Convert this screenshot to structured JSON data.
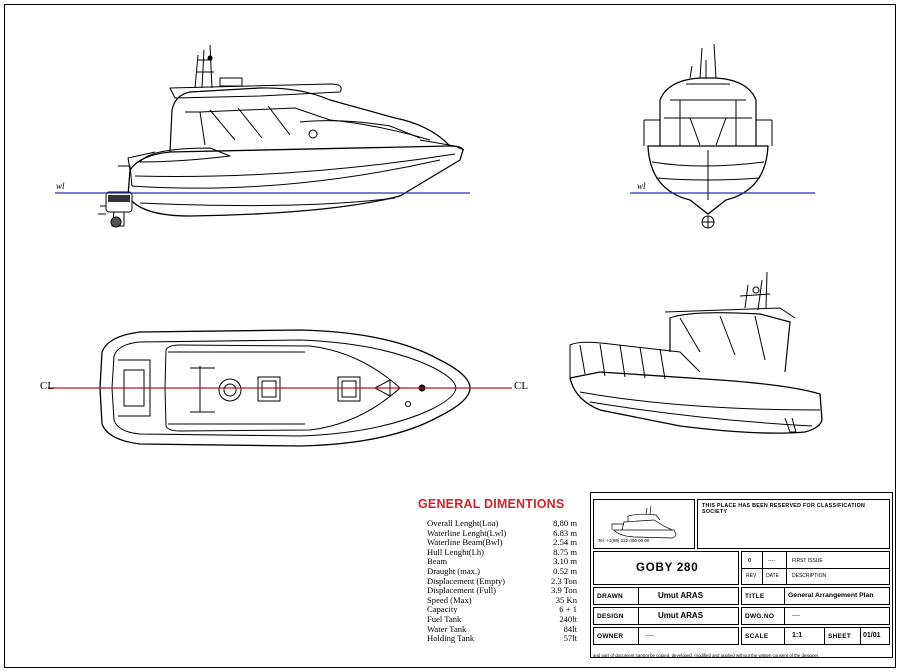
{
  "drawing": {
    "waterline_label": "wl",
    "centerline_label": "CL",
    "colors": {
      "waterline": "#2b2fb8",
      "centerline": "#c0141c",
      "title": "#d2232a"
    }
  },
  "general_dimensions": {
    "title": "GENERAL DIMENTIONS",
    "rows": [
      {
        "label": "Overall Lenght(Loa)",
        "value": "8,80 m"
      },
      {
        "label": "Waterline Lenght(Lwl)",
        "value": "6.83 m"
      },
      {
        "label": "Waterline Beam(Bwl)",
        "value": "2.54 m"
      },
      {
        "label": "Hull Lenght(Lh)",
        "value": "8.75 m"
      },
      {
        "label": "Beam",
        "value": "3.10 m"
      },
      {
        "label": "Draught (max.)",
        "value": "0.52 m"
      },
      {
        "label": "Displacement (Empty)",
        "value": "2.3 Ton"
      },
      {
        "label": "Displacement (Full)",
        "value": "3.9 Ton"
      },
      {
        "label": "Speed (Max)",
        "value": "35 Kn"
      },
      {
        "label": "Capacity",
        "value": "6 + 1"
      },
      {
        "label": "Fuel Tank",
        "value": "240lt"
      },
      {
        "label": "Water Tank",
        "value": "84lt"
      },
      {
        "label": "Holding Tank",
        "value": "57lt"
      }
    ]
  },
  "title_block": {
    "classification_note": "THIS PLACE HAS BEEN RESERVED FOR CLASSIFICATION SOCIETY",
    "logo_text": "Tel: +1(98) 222 000 00 00",
    "project_name": "GOBY 280",
    "revision": {
      "no": "0",
      "date": "----",
      "description": "FIRST ISSUE"
    },
    "rev_headers": {
      "rev": "REV",
      "date": "DATE",
      "description": "DESCRIPTION"
    },
    "drawn_label": "DRAWN",
    "drawn_value": "Umut ARAS",
    "design_label": "DESIGN",
    "design_value": "Umut ARAS",
    "owner_label": "OWNER",
    "owner_value": "----",
    "title_label": "TITLE",
    "title_value": "General Arrangement Plan",
    "dwg_label": "DWG.NO",
    "dwg_value": "----",
    "scale_label": "SCALE",
    "scale_value": "1:1",
    "sheet_label": "SHEET",
    "sheet_value": "01/01",
    "footer_note": "and part of document cannot be copied, developed, modified and applied without the written consent of the designer."
  }
}
